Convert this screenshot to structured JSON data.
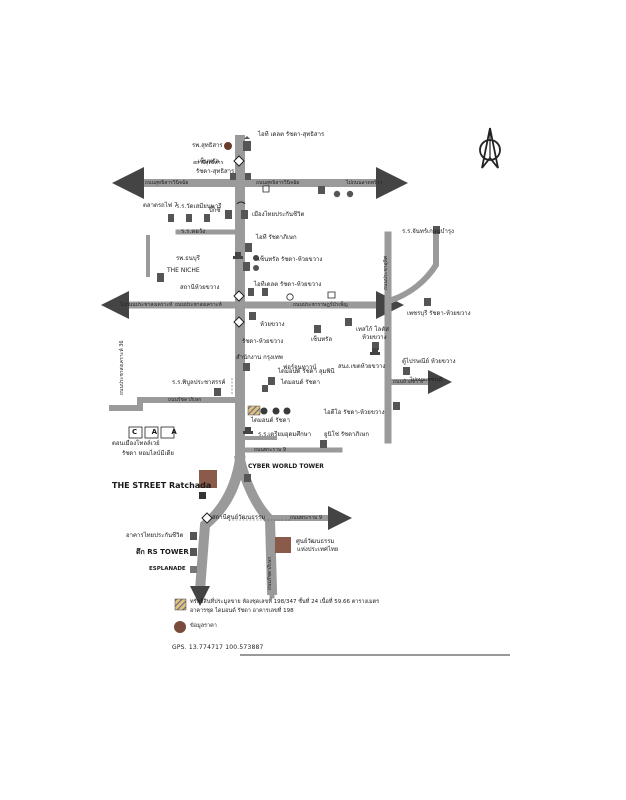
{
  "map": {
    "labels": {
      "top_branch": "ไอที เดลต รัชดา-สุทธิสาร",
      "north_left": "รพ.สุทธิสาร",
      "north_left_2": "เซ็นทรัล",
      "north_left_3": "รัชดา-สุทธิสาร",
      "sutthisan_intersection": "สถานีสุทธิสาร",
      "road_sutthisan_left": "ถนนสุทธิสารวินิจฉัย",
      "road_sutthisan_mid": "ถนนสุทธิสารวินิจฉัย",
      "road_sutthisan_right": "ไปถนนลาดพร้าว",
      "market_label": "ตลาดรถไฟ 7",
      "school_left": "ร.ร.หอวัง",
      "school_label": "ร.ร.วัดเสมียนนารี",
      "big_c": "บิ๊กซี",
      "central_life": "เมืองไทยประกันชีวิต",
      "mall_label": "ไอที รัชดาภิเษก",
      "hospital": "รพ.ธนบุรี",
      "the_niche": "THE NICHE",
      "ratchada_branch": "เซ็นทรัล รัชดา-ห้วยขวาง",
      "huai_khwang_station": "สถานีห้วยขวาง",
      "it_huai_khwang": "ไอทีเดลต รัชดา-ห้วยขวาง",
      "road_pracharat_left": "ไปถนนประชาสงเคราะห์",
      "road_pracharat_mid": "ถนนประชาสงเคราะห์",
      "road_pracharat_right": "ถนนประชาราษฎร์บำเพ็ญ",
      "road_vert_right": "ถนนประชาอุทิศ",
      "school_right": "ร.ร.จันทร์เกษมบำรุง",
      "huai_khwang_label": "ห้วยขวาง",
      "home_pro": "เทสโก้ โลตัส",
      "home_pro_2": "ห้วยขวาง",
      "phetchaburi": "เพชรบุรี รัชดา-ห้วยขวาง",
      "ratchada_huai": "รัชดา-ห้วยขวาง",
      "central_plaza": "เซ็นทรัล",
      "kasem_bundit": "สำนักงาน กรุงเทพ",
      "fortune": "ฟอร์จูนทาวน์",
      "hall_label": "สนง.เขตห้วยขวาง",
      "rd_right_label": "ถนนห้วยขวาง",
      "office_label": "ตู้ไปรษณีย์ ห้วยขวาง",
      "thailand_cultural": "ไปถนนเพชรบุรี",
      "road_left_vert": "ถนนประชาสงเคราะห์ 36",
      "diamond_label": "ไดมอนด์ รัชดา ลุมพินี",
      "diamond_label_2": "ไดมอนด์ รัชดา",
      "school_south": "ร.ร.พิบูลประชาสรรค์",
      "road_ratchada_mid": "ถนนรัชดาภิเษก",
      "ratchada_south": "ไดมอนด์ รัชดา",
      "residence": "ไอดีโอ รัชดา-ห้วยขวาง",
      "cap_box": "C A A",
      "cap_caption": "ดอนเมืองโทลล์เวย์",
      "cap_caption_2": "รัชดา หอมไลบ์มีเดีย",
      "prayoon": "ร.ร.เตรียมอุดมศึกษา",
      "wat_label": "ยูนิโซ่ รัชดาภิเษก",
      "road_south_label": "ถนนพระราม 9",
      "cyber_world": "CYBER WORLD TOWER",
      "the_street": "THE STREET Ratchada",
      "rama9_station": "สถานีศูนย์วัฒนธรรม",
      "road_rama9_right": "ถนนพระราม 9",
      "aia": "อาคารไทยประกันชีวิต",
      "rs_tower": "ตึก RS TOWER",
      "esplanade": "ESPLANADE",
      "cultural_center": "ศูนย์วัฒนธรรม",
      "cultural_center_2": "แห่งประเทศไทย",
      "road_south_vert": "ถนนรัชดาภิเษก"
    },
    "legend": {
      "hatch_text": "ทรัพย์สินที่ประมูลขาย ห้องชุดเลขที่ 198/347 ชั้นที่ 24 เนื้อที่ 59.66 ตารางเมตร",
      "hatch_text_2": "อาคารชุด ไดมอนด์ รัชดา อาคารเลขที่ 198",
      "circle_text": "ข้อมูลราคา"
    },
    "gps": "GPS. 13.774717  100.573887",
    "colors": {
      "road": "#9a9a9a",
      "landmark": "#555555",
      "marker_brown": "#7a4a3a",
      "marker_dark": "#3a3a3a"
    },
    "icons": {
      "north_arrow": "north-arrow-icon",
      "landmark": "building-icon",
      "station": "station-diamond-icon",
      "temple": "temple-icon"
    }
  }
}
